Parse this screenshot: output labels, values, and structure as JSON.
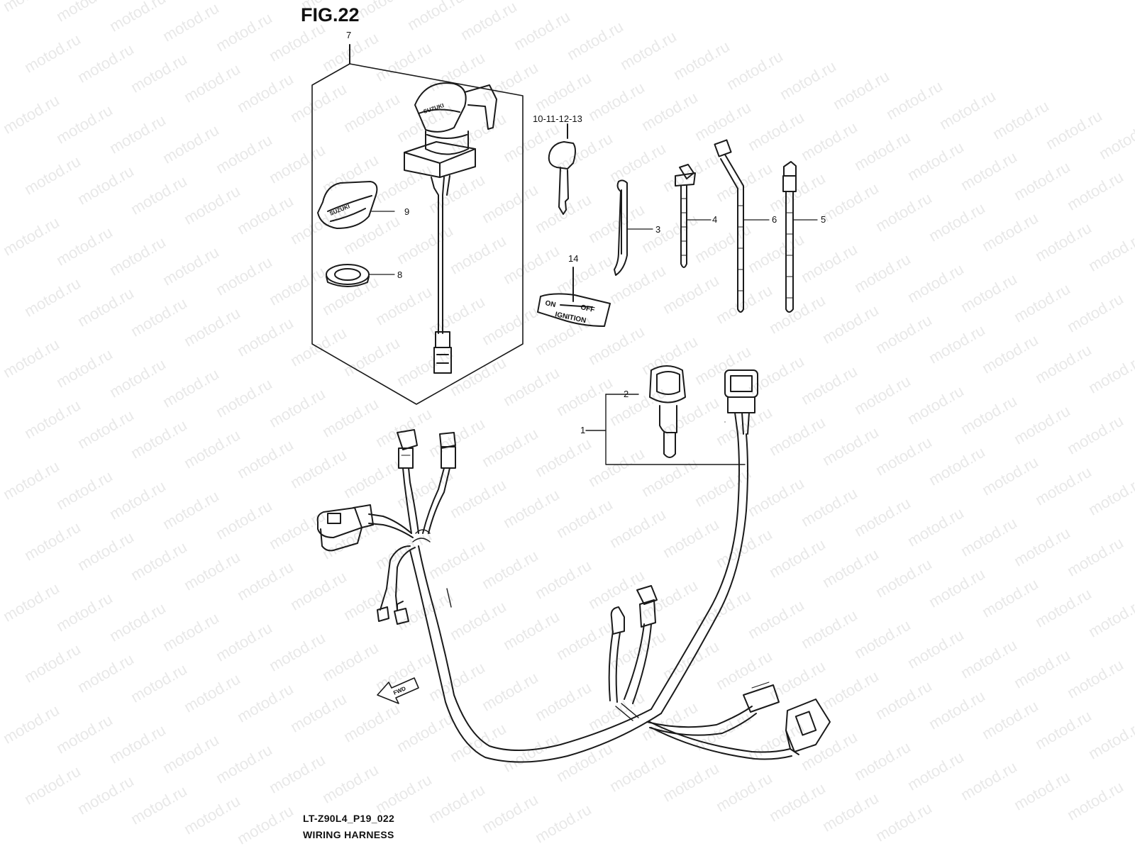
{
  "figure": {
    "title": "FIG.22",
    "code": "LT-Z90L4_P19_022",
    "caption": "WIRING HARNESS"
  },
  "callouts": {
    "c7": "7",
    "c9": "9",
    "c8": "8",
    "c10": "10-11-12-13",
    "c3": "3",
    "c4": "4",
    "c6": "6",
    "c5": "5",
    "c14": "14",
    "c2": "2",
    "c1": "1"
  },
  "part_markings": {
    "plate_on": "ON",
    "plate_off": "OFF",
    "plate_ignition": "IGNITION",
    "key_brand": "SUZUKI",
    "cap_brand": "SUZUKI",
    "fwd_arrow": "FWD"
  },
  "watermark": {
    "text": "motod.ru"
  },
  "colors": {
    "line": "#1a1a1a",
    "watermark": "#9a9a9a"
  }
}
